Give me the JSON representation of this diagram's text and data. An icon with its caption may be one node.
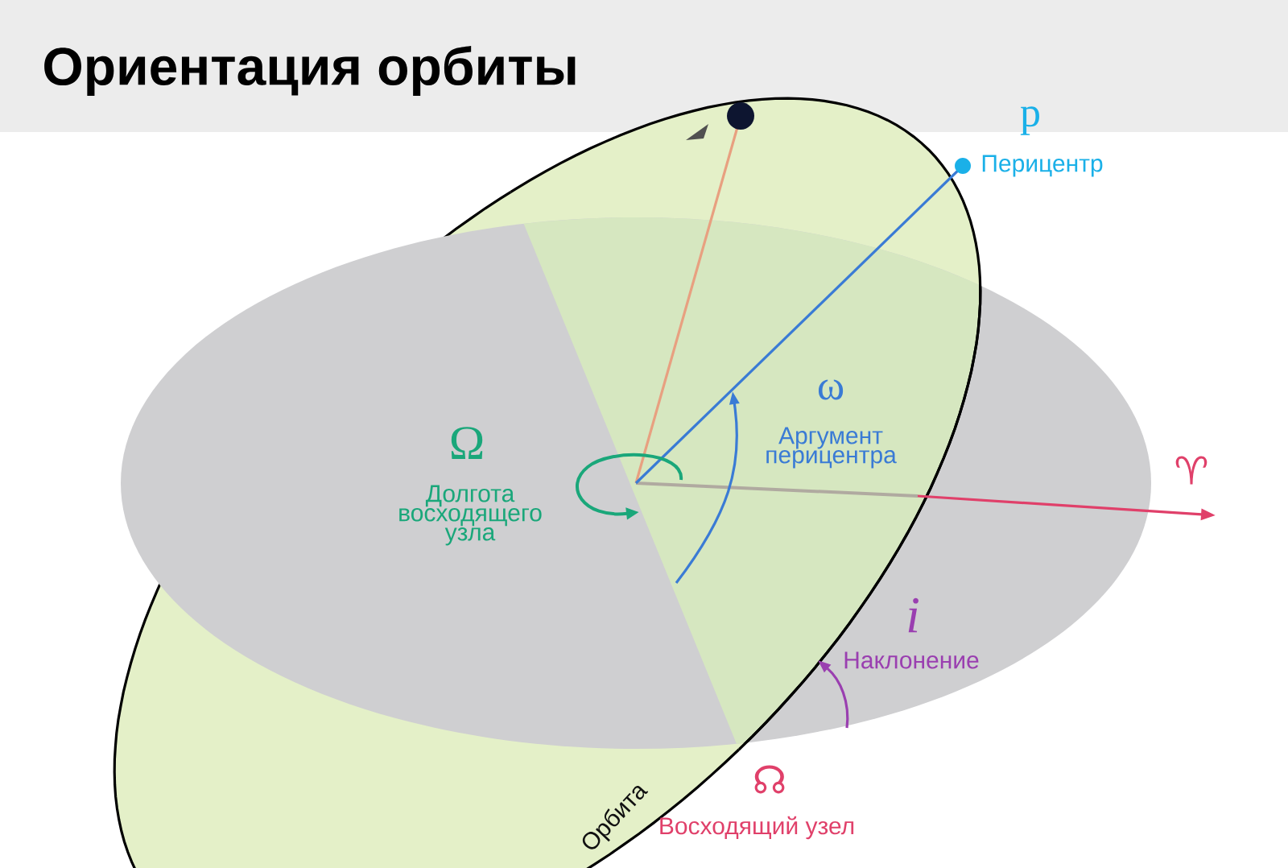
{
  "diagram": {
    "title": "Ориентация орбиты",
    "labels": [
      "p",
      "Перицентр",
      "ω",
      "Аргумент перицентра",
      "♈",
      "Ω",
      "Долгота восходящего узла",
      "i",
      "Наклонение",
      "Орбита",
      "☊",
      "Восходящий узел"
    ]
  }
}
